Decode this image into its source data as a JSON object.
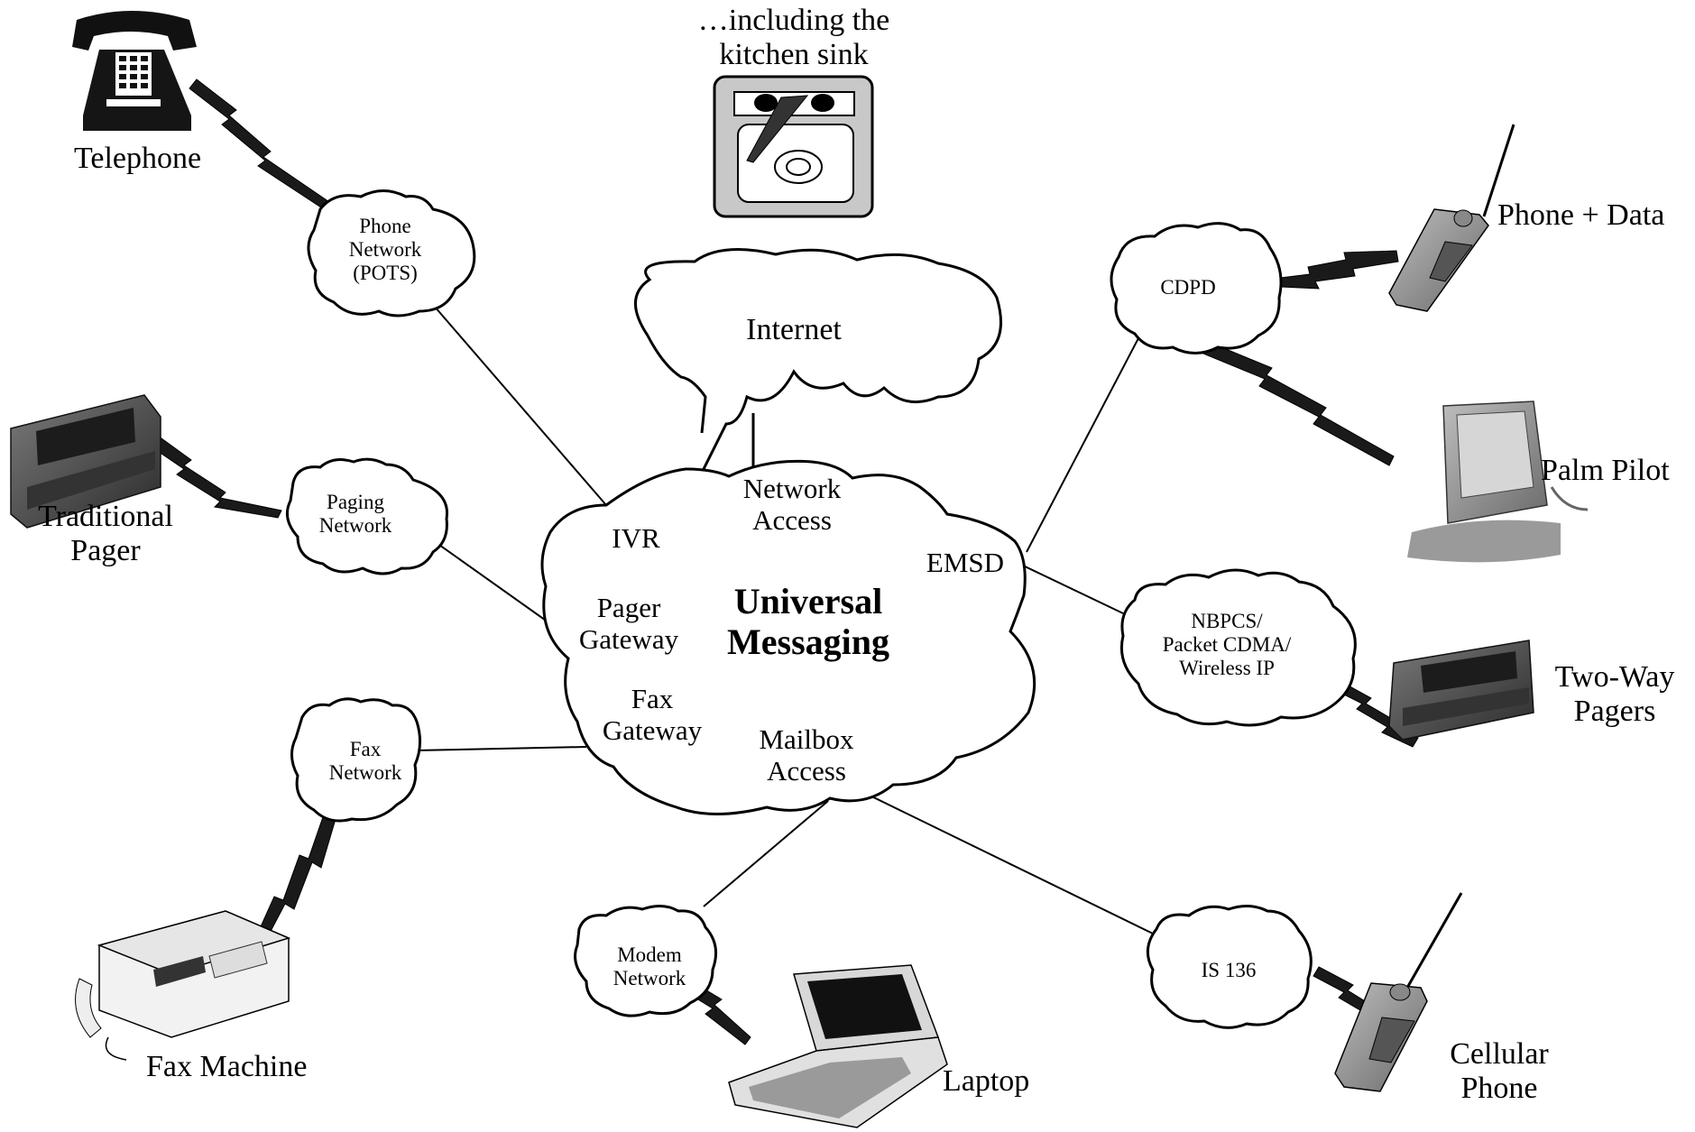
{
  "caption": {
    "line1": "…including the",
    "line2": "kitchen sink"
  },
  "central": {
    "title_line1": "Universal",
    "title_line2": "Messaging",
    "services": {
      "ivr": "IVR",
      "network_access": [
        "Network",
        "Access"
      ],
      "emsd": "EMSD",
      "pager_gateway": [
        "Pager",
        "Gateway"
      ],
      "fax_gateway": [
        "Fax",
        "Gateway"
      ],
      "mailbox_access": [
        "Mailbox",
        "Access"
      ]
    }
  },
  "networks": {
    "internet": "Internet",
    "phone": [
      "Phone",
      "Network",
      "(POTS)"
    ],
    "paging": [
      "Paging",
      "Network"
    ],
    "fax": [
      "Fax",
      "Network"
    ],
    "modem": [
      "Modem",
      "Network"
    ],
    "cdpd": "CDPD",
    "nbpcs": [
      "NBPCS/",
      "Packet CDMA/",
      "Wireless IP"
    ],
    "is136": "IS 136"
  },
  "devices": {
    "telephone": "Telephone",
    "traditional_pager": [
      "Traditional",
      "Pager"
    ],
    "fax_machine": "Fax Machine",
    "laptop": "Laptop",
    "phone_data": "Phone + Data",
    "palm_pilot": "Palm Pilot",
    "two_way_pagers": [
      "Two-Way",
      "Pagers"
    ],
    "cellular_phone": [
      "Cellular",
      "Phone"
    ]
  }
}
